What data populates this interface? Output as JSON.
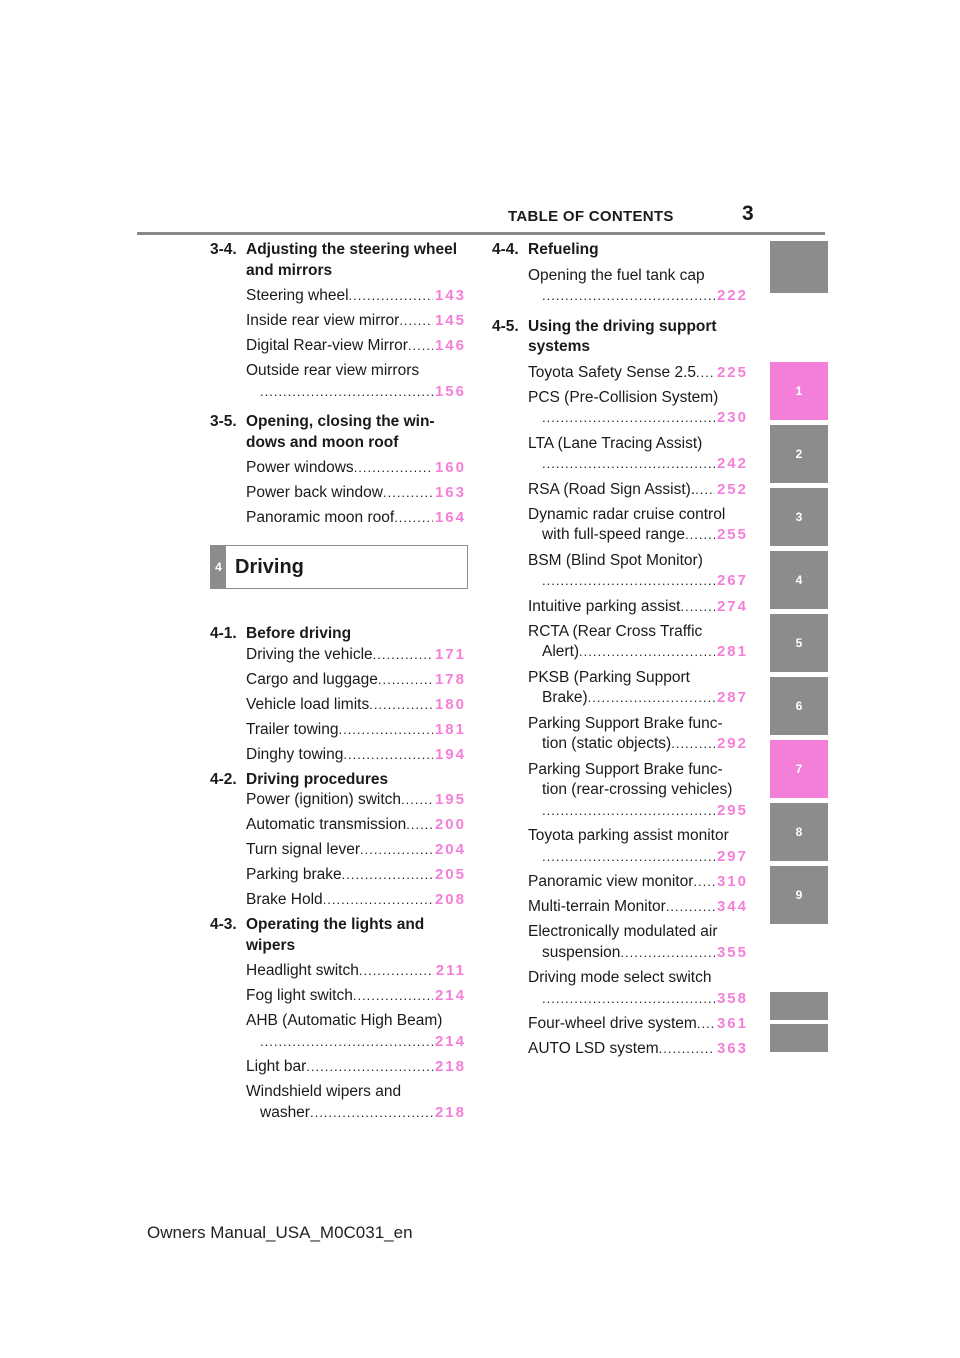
{
  "header": {
    "title": "TABLE OF CONTENTS",
    "page_number": "3"
  },
  "left_column": {
    "sec_3_4": {
      "num": "3-4.",
      "title": "Adjusting the steering wheel and mirrors",
      "entries": [
        {
          "label": "Steering wheel",
          "page": "143"
        },
        {
          "label": "Inside rear view mirror",
          "page": "145"
        },
        {
          "label": "Digital Rear-view Mirror",
          "page": "146"
        },
        {
          "label_line1": "Outside rear view mirrors",
          "label_line2": "",
          "page": "156"
        }
      ]
    },
    "sec_3_5": {
      "num": "3-5.",
      "title": "Opening, closing the win-dows and moon roof",
      "entries": [
        {
          "label": "Power windows",
          "page": "160"
        },
        {
          "label": "Power back window",
          "page": "163"
        },
        {
          "label": "Panoramic moon roof",
          "page": "164"
        }
      ]
    },
    "chapter": {
      "number": "4",
      "title": "Driving"
    },
    "sec_4_1": {
      "num": "4-1.",
      "title": "Before driving",
      "entries": [
        {
          "label": "Driving the vehicle",
          "page": "171"
        },
        {
          "label": "Cargo and luggage",
          "page": "178"
        },
        {
          "label": "Vehicle load limits",
          "page": "180"
        },
        {
          "label": "Trailer towing",
          "page": "181"
        },
        {
          "label": "Dinghy towing",
          "page": "194"
        }
      ]
    },
    "sec_4_2": {
      "num": "4-2.",
      "title": "Driving procedures",
      "entries": [
        {
          "label": "Power (ignition) switch",
          "page": "195"
        },
        {
          "label": "Automatic transmission",
          "page": "200"
        },
        {
          "label": "Turn signal lever",
          "page": "204"
        },
        {
          "label": "Parking brake",
          "page": "205"
        },
        {
          "label": "Brake Hold",
          "page": "208"
        }
      ]
    },
    "sec_4_3": {
      "num": "4-3.",
      "title": "Operating the lights and wipers",
      "entries": [
        {
          "label": "Headlight switch",
          "page": "211"
        },
        {
          "label": "Fog light switch",
          "page": "214"
        },
        {
          "label_line1": "AHB (Automatic High Beam)",
          "label_line2": "",
          "page": "214"
        },
        {
          "label": "Light bar",
          "page": "218"
        },
        {
          "label_line1": "Windshield wipers and",
          "label_line2": "washer",
          "page": "218"
        }
      ]
    }
  },
  "right_column": {
    "sec_4_4": {
      "num": "4-4.",
      "title": "Refueling",
      "entries": [
        {
          "label_line1": "Opening the fuel tank cap",
          "label_line2": "",
          "page": "222"
        }
      ]
    },
    "sec_4_5": {
      "num": "4-5.",
      "title": "Using the driving support systems",
      "entries": [
        {
          "label": "Toyota Safety Sense 2.5",
          "page": "225"
        },
        {
          "label_line1": "PCS (Pre-Collision System)",
          "label_line2": "",
          "page": "230"
        },
        {
          "label_line1": "LTA (Lane Tracing Assist)",
          "label_line2": "",
          "page": "242"
        },
        {
          "label": "RSA (Road Sign Assist).",
          "page": "252"
        },
        {
          "label_line1": "Dynamic radar cruise control",
          "label_line2": "with full-speed range",
          "page": "255"
        },
        {
          "label_line1": "BSM (Blind Spot Monitor)",
          "label_line2": "",
          "page": "267"
        },
        {
          "label": "Intuitive parking assist",
          "page": "274"
        },
        {
          "label_line1": "RCTA (Rear Cross Traffic",
          "label_line2": "Alert)",
          "page": "281"
        },
        {
          "label_line1": "PKSB (Parking Support",
          "label_line2": "Brake)",
          "page": "287"
        },
        {
          "label_line1": "Parking Support Brake func-",
          "label_line2": "tion (static objects)",
          "page": "292"
        },
        {
          "label_line1": "Parking Support Brake func-",
          "label_line2": "tion (rear-crossing vehicles)",
          "page": "295"
        },
        {
          "label_line1": "Toyota parking assist monitor",
          "label_line2": "",
          "page": "297"
        },
        {
          "label": "Panoramic view monitor",
          "page": "310"
        },
        {
          "label": "Multi-terrain Monitor",
          "page": "344"
        },
        {
          "label_line1": "Electronically modulated air",
          "label_line2": "suspension",
          "page": "355"
        },
        {
          "label_line1": "Driving mode select switch",
          "label_line2": "",
          "page": "358"
        },
        {
          "label": "Four-wheel drive system",
          "page": "361"
        },
        {
          "label": "AUTO LSD system",
          "page": "363"
        }
      ]
    }
  },
  "sidebar": {
    "tabs": [
      "1",
      "2",
      "3",
      "4",
      "5",
      "6",
      "7",
      "8",
      "9"
    ],
    "active_tabs": [
      "1",
      "7"
    ],
    "colors": {
      "active": "#f37fd9",
      "inactive": "#8c8c8c"
    }
  },
  "accent_color": "#f57fd8",
  "footer": {
    "text": "Owners Manual_USA_M0C031_en"
  }
}
